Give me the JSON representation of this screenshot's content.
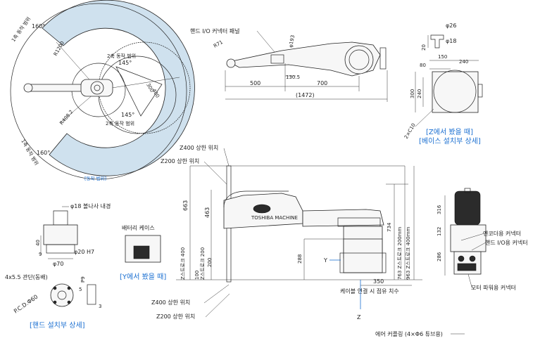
{
  "top_view": {
    "axis1_range_top": "1축 동작 범위",
    "angle_160_top": "160°",
    "radius_1200": "R1200",
    "axis2_range_top": "2축 동작 범위",
    "angle_145_top": "145°",
    "radius_408": "R408.2",
    "dim_300": "300",
    "dim_400": "400",
    "angle_145_bottom": "145°",
    "axis2_range_bottom": "2축 동작 범위",
    "axis1_range_bottom": "1축 동작 범위",
    "angle_160_bottom": "160°",
    "caption": "[동작 범위]"
  },
  "side_top": {
    "hand_panel": "핸드 I/O 커넥터 패널",
    "dia_193": "φ193",
    "r71": "R71",
    "dim_130_5": "130.5",
    "dim_500": "500",
    "dim_700": "700",
    "dim_1472": "(1472)"
  },
  "base_view": {
    "dia_26": "φ26",
    "dim_20": "20",
    "dia_18": "φ18",
    "dim_150": "150",
    "dim_80": "80",
    "dim_240_top": "240",
    "dim_300": "300",
    "dim_240_left": "240",
    "holes": "2×C10",
    "caption1": "[Z에서 봤을 때]",
    "caption2": "[베이스 설치부 상세]"
  },
  "front": {
    "z400_upper": "Z400 상한 위치",
    "z200_upper": "Z200 상한 위치",
    "dim_663": "663",
    "dim_463": "463",
    "battery": "배터리 케이스",
    "yview": "[Y에서 봤을 때]",
    "z_stroke_400": "Z스트로크 400",
    "z_stroke_200": "Z스트로크 200",
    "dim_100": "100",
    "dim_200": "200",
    "dim_288": "288",
    "dim_734": "734",
    "z_stroke_200mm": "763 Z스트로크 200mm",
    "z_stroke_400mm": "963 Z스트로크 400mm",
    "y_label": "Y",
    "dim_350": "350",
    "cable_note": "케이블 연결 시 점유 치수",
    "z_label": "Z",
    "z400_lower": "Z400 상한 위치",
    "z200_lower": "Z200 상한 위치",
    "air_coupling": "에어 커플링 (4×Φ6 튜브용)"
  },
  "right_view": {
    "dim_316": "316",
    "dim_132": "132",
    "dim_286": "286",
    "encoder": "엔코더용 커넥터",
    "hand_io": "핸드 I/O용 커넥터",
    "motor": "모터 파워용 커넥터"
  },
  "hand_detail": {
    "bore": "φ18 볼나사 내경",
    "dim_40": "40",
    "dim_9": "9",
    "h7": "φ20 H7",
    "dia_70": "φ70",
    "holes": "4x5.5 관단(동배)",
    "pcd": "P.C.D.Φ60",
    "p9": "P9",
    "dim_5": "5",
    "dim_3": "3",
    "caption": "[핸드 설치부 상세]"
  }
}
